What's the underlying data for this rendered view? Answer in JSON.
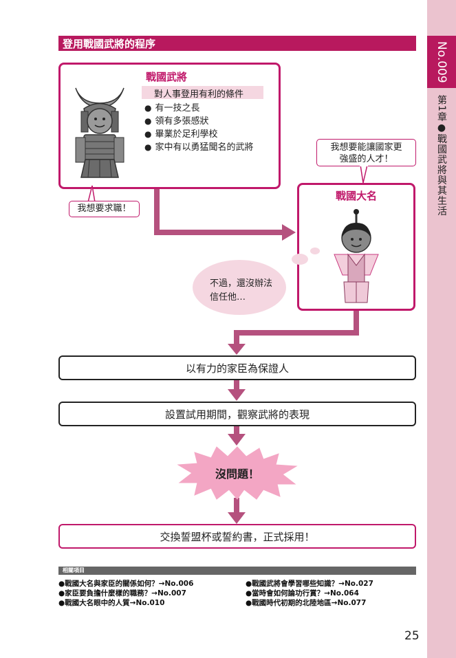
{
  "side": {
    "number": "No.009",
    "chapter": "第1章●戰國武將與其生活"
  },
  "title": "登用戰國武將的程序",
  "samurai": {
    "heading": "戰國武將",
    "conditions_title": "對人事登用有利的條件",
    "conditions": [
      "有一技之長",
      "領有多張感狀",
      "畢業於足利學校",
      "家中有以勇猛聞名的武將"
    ],
    "speech": "我想要求職！"
  },
  "daimyo": {
    "heading": "戰國大名",
    "speech_line1": "我想要能讓國家更",
    "speech_line2": "強盛的人才！",
    "thought_line1": "不過，還沒辦法",
    "thought_line2": "信任他…"
  },
  "flow": {
    "step1": "以有力的家臣為保證人",
    "step2": "設置試用期間，觀察武將的表現",
    "burst": "沒問題！",
    "final": "交換誓盟杯或誓約書，正式採用！"
  },
  "related": {
    "label": "相關項目",
    "left": [
      "戰國大名與家臣的關係如何？→No.006",
      "家臣要負擔什麼樣的職務？→No.007",
      "戰國大名眼中的人質→No.010"
    ],
    "right": [
      "戰國武將會學習哪些知識？→No.027",
      "當時會如何論功行賞？→No.064",
      "戰國時代初期的北陸地區→No.077"
    ]
  },
  "page_number": "25",
  "colors": {
    "accent": "#b8195e",
    "tab": "#ebc3cf",
    "arrow": "#b5517e"
  }
}
